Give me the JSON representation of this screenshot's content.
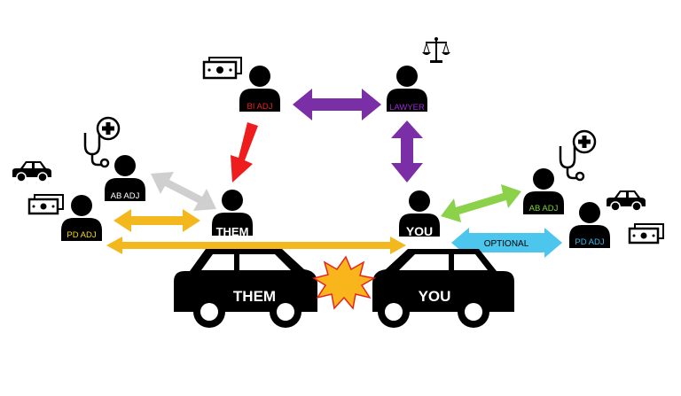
{
  "labels": {
    "bi_adj": "BI ADJ",
    "lawyer": "LAWYER",
    "ab_adj_left": "AB ADJ",
    "pd_adj_left": "PD ADJ",
    "them_person": "THEM",
    "you_person": "YOU",
    "ab_adj_right": "AB ADJ",
    "pd_adj_right": "PD ADJ",
    "optional": "OPTIONAL",
    "them_car": "THEM",
    "you_car": "YOU"
  },
  "colors": {
    "bi_adj_text": "#e8231f",
    "lawyer_text": "#9c2bd6",
    "pd_adj_left_text": "#f2d81a",
    "ab_adj_right_text": "#7fd23c",
    "pd_adj_right_text": "#3bb8e8",
    "arrow_purple": "#7b2fa6",
    "arrow_red": "#ee1c1c",
    "arrow_gray": "#cfcfcf",
    "arrow_yellow": "#f4b81f",
    "arrow_green": "#8bd14a",
    "arrow_blue": "#4cc6ec",
    "crash_fill": "#f9b51c",
    "crash_stroke": "#e8231f"
  },
  "icons": [
    "money-icon",
    "scales-icon",
    "stethoscope-icon",
    "medical-cross-icon",
    "car-icon"
  ]
}
